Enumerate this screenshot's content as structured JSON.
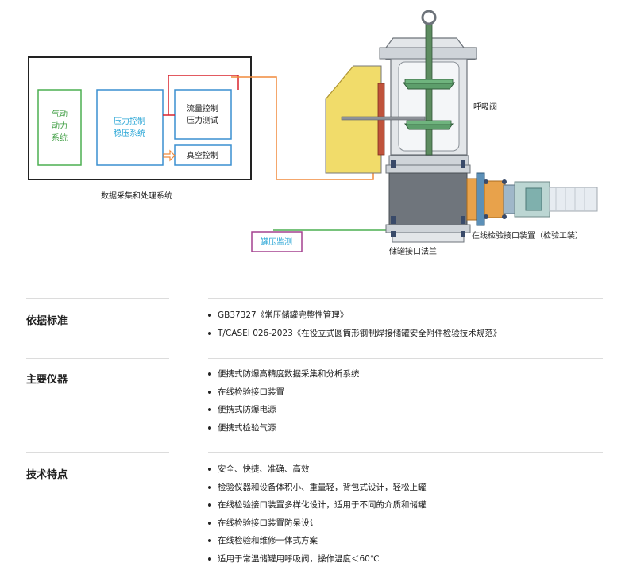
{
  "diagram": {
    "system_box_label": "数据采集和处理系统",
    "gas_power_lines": [
      "气动",
      "动力",
      "系统"
    ],
    "pressure_control_lines": [
      "压力控制",
      "稳压系统"
    ],
    "flow_control_lines": [
      "流量控制",
      "压力测试"
    ],
    "vacuum_control": "真空控制",
    "tank_pressure_monitor": "罐压监测",
    "breather_valve": "呼吸阀",
    "tank_flange": "储罐接口法兰",
    "online_interface_device": "在线检验接口装置（检验工装）",
    "colors": {
      "green": "#4caf50",
      "blue": "#3a8fd0",
      "red": "#d9232d",
      "orange": "#f08a3c",
      "purple": "#a4408f",
      "cyan_text": "#2aa6d6",
      "green_text": "#43a047",
      "valve_yellow": "#f1dc6a"
    }
  },
  "sections": [
    {
      "title": "依据标准",
      "items": [
        "GB37327《常压储罐完整性管理》",
        "T/CASEI 026-2023《在役立式圆筒形钢制焊接储罐安全附件检验技术规范》"
      ]
    },
    {
      "title": "主要仪器",
      "items": [
        "便携式防爆高精度数据采集和分析系统",
        "在线检验接口装置",
        "便携式防爆电源",
        "便携式检验气源"
      ]
    },
    {
      "title": "技术特点",
      "items": [
        "安全、快捷、准确、高效",
        "检验仪器和设备体积小、重量轻，背包式设计，轻松上罐",
        "在线检验接口装置多样化设计，适用于不同的介质和储罐",
        "在线检验接口装置防呆设计",
        "在线检验和维修一体式方案",
        "适用于常温储罐用呼吸阀，操作温度＜60℃"
      ]
    }
  ]
}
